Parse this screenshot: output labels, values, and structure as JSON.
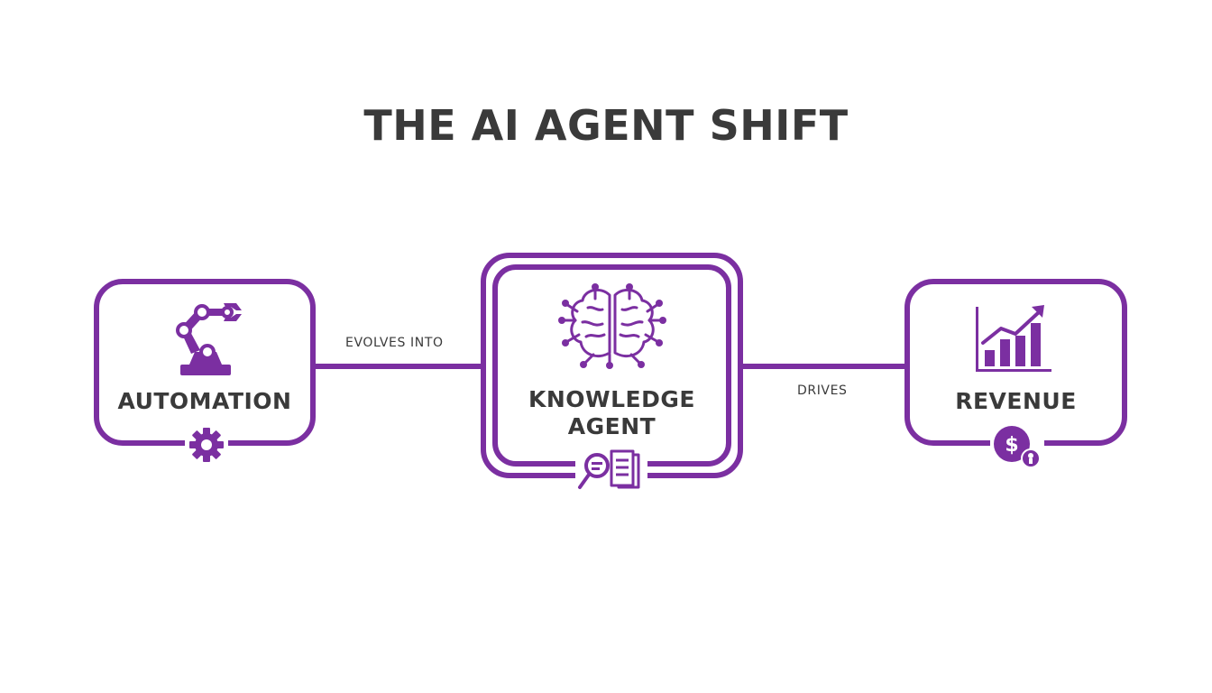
{
  "title": "THE AI AGENT SHIFT",
  "accent_color": "#7b2fa1",
  "text_color": "#3a3a3a",
  "nodes": [
    {
      "label": "AUTOMATION",
      "icon": "robot-arm-icon",
      "badge_icon": "gear-icon"
    },
    {
      "label_line1": "KNOWLEDGE",
      "label_line2": "AGENT",
      "icon": "brain-circuit-icon",
      "badge_icon": "document-search-icon"
    },
    {
      "label": "REVENUE",
      "icon": "growth-chart-icon",
      "badge_icon": "dollar-coin-icon",
      "badge_symbol": "$"
    }
  ],
  "connectors": [
    {
      "label": "EVOLVES INTO"
    },
    {
      "label": "DRIVES"
    }
  ]
}
